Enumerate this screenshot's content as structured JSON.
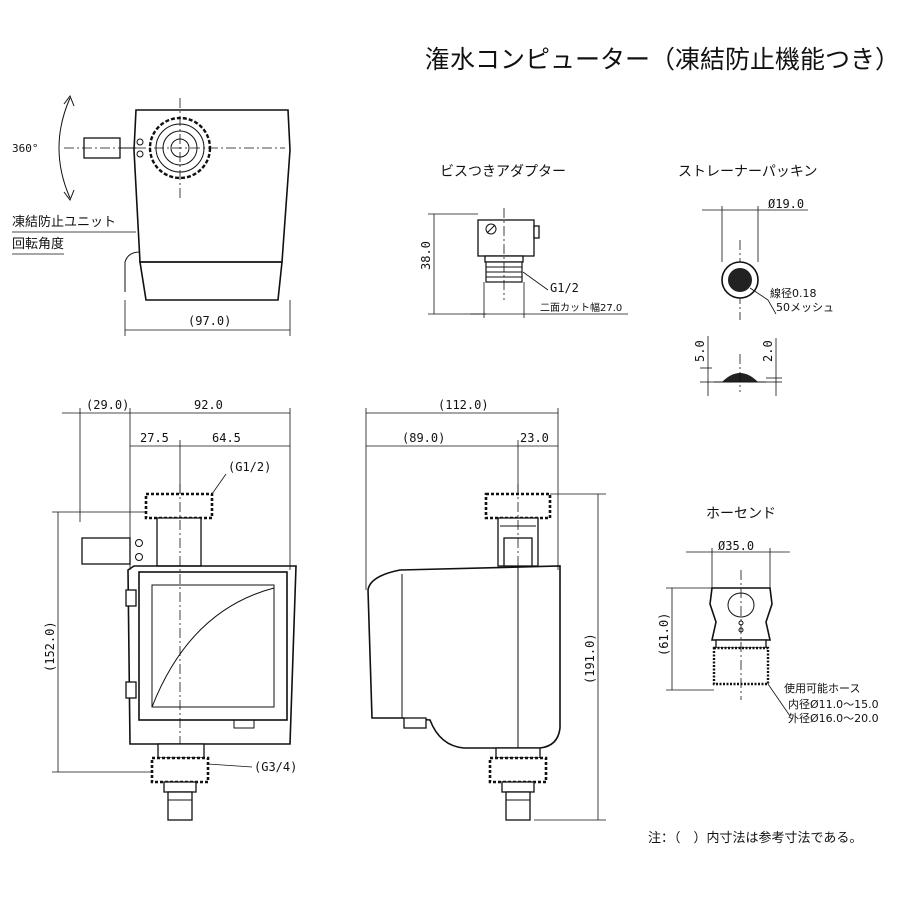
{
  "title": "潅水コンピューター（凍結防止機能つき）",
  "top_view": {
    "rotation_label": "360°",
    "unit_label_1": "凍結防止ユニット",
    "unit_label_2": "回転角度",
    "width_dim": "(97.0)"
  },
  "adapter": {
    "title": "ビスつきアダプター",
    "height_dim": "38.0",
    "thread": "G1/2",
    "cut_width": "二面カット幅27.0"
  },
  "strainer": {
    "title": "ストレーナーパッキン",
    "diameter": "Ø19.0",
    "wire_note": "線径0.18",
    "mesh_note": "50メッシュ",
    "dim_left": "5.0",
    "dim_right": "2.0"
  },
  "front_view": {
    "dim_left_top": "(29.0)",
    "dim_width": "92.0",
    "dim_a": "27.5",
    "dim_b": "64.5",
    "inlet_thread": "(G1/2)",
    "height_dim": "(152.0)",
    "outlet_thread": "(G3/4)"
  },
  "side_view": {
    "dim_total": "(112.0)",
    "dim_a": "(89.0)",
    "dim_b": "23.0",
    "height_dim": "(191.0)"
  },
  "hose_end": {
    "title": "ホーセンド",
    "diameter": "Ø35.0",
    "height_dim": "(61.0)",
    "hose_title": "使用可能ホース",
    "inner": "内径Ø11.0～15.0",
    "outer": "外径Ø16.0～20.0"
  },
  "note": "注：（　）内寸法は参考寸法である。"
}
